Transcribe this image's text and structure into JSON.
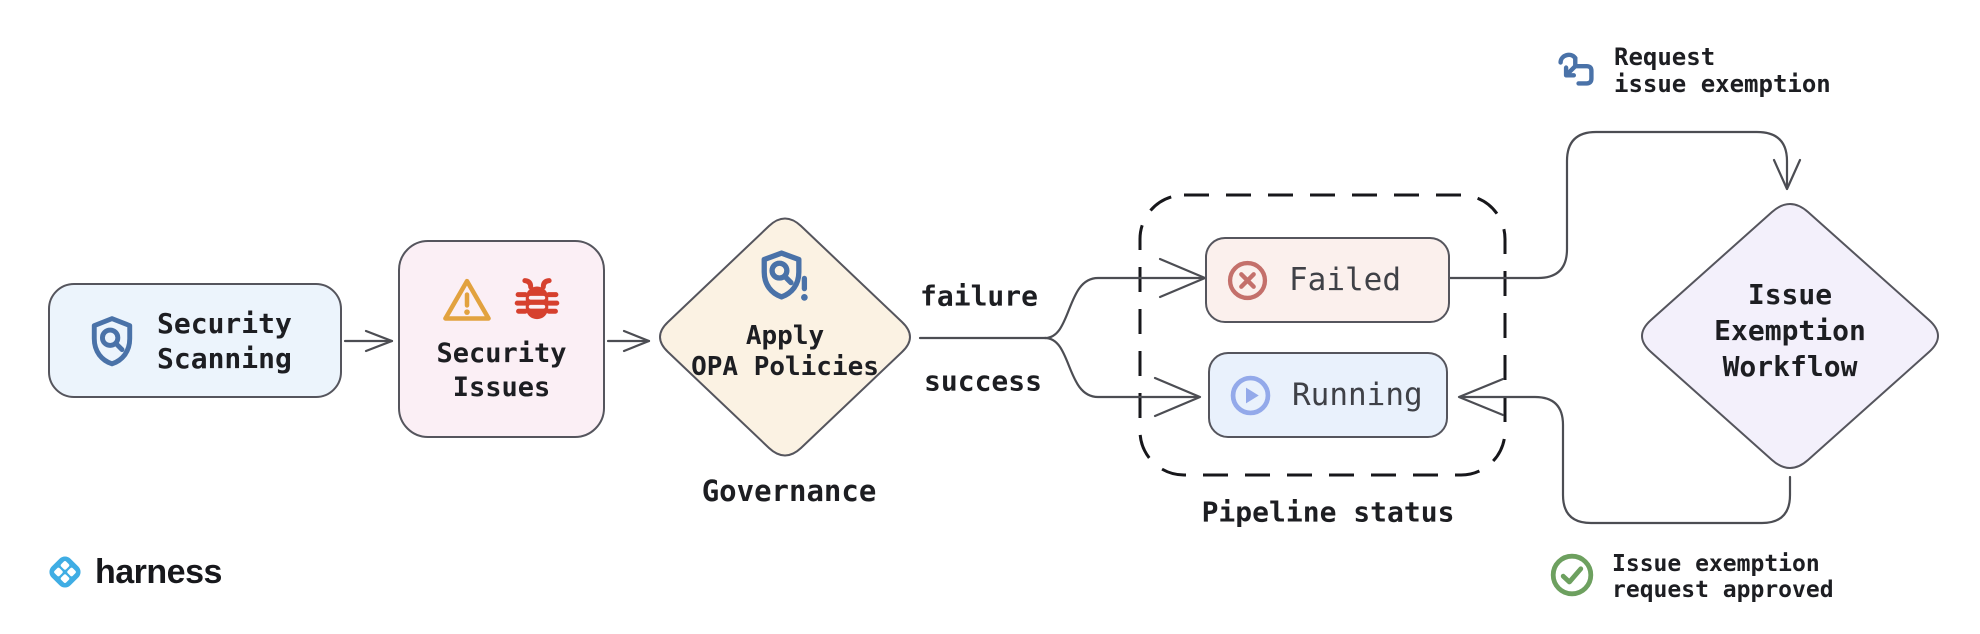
{
  "brand": {
    "name": "harness"
  },
  "nodes": {
    "security_scanning": {
      "line1": "Security",
      "line2": "Scanning"
    },
    "security_issues": {
      "line1": "Security",
      "line2": "Issues"
    },
    "governance": {
      "line1": "Apply",
      "line2": "OPA Policies",
      "caption": "Governance"
    },
    "failed": {
      "label": "Failed"
    },
    "running": {
      "label": "Running"
    },
    "pipeline_status_caption": "Pipeline status",
    "issue_exemption": {
      "line1": "Issue",
      "line2": "Exemption",
      "line3": "Workflow"
    }
  },
  "edges": {
    "failure": "failure",
    "success": "success"
  },
  "annotations": {
    "request": {
      "line1": "Request",
      "line2": "issue exemption"
    },
    "approved": {
      "line1": "Issue exemption",
      "line2": "request approved"
    }
  },
  "colors": {
    "accent_blue": "#4a72a8",
    "warning_orange": "#e2a23f",
    "bug_red": "#d6402e",
    "failed_red": "#c4706b",
    "running_blue": "#93a9ea",
    "success_green": "#6da05f",
    "harness_blue": "#3fade4",
    "fill_blue": "#ecf4fc",
    "fill_pink": "#fbeff5",
    "fill_cream": "#fbf2e3",
    "fill_red": "#fbf0ed",
    "fill_lightblue": "#e9f1fc",
    "fill_lavender": "#f3f0fb",
    "stroke_node": "#55555d",
    "stroke_edge": "#4c4d53",
    "text_dark": "#1d1e22",
    "text_status": "#3f4147"
  }
}
